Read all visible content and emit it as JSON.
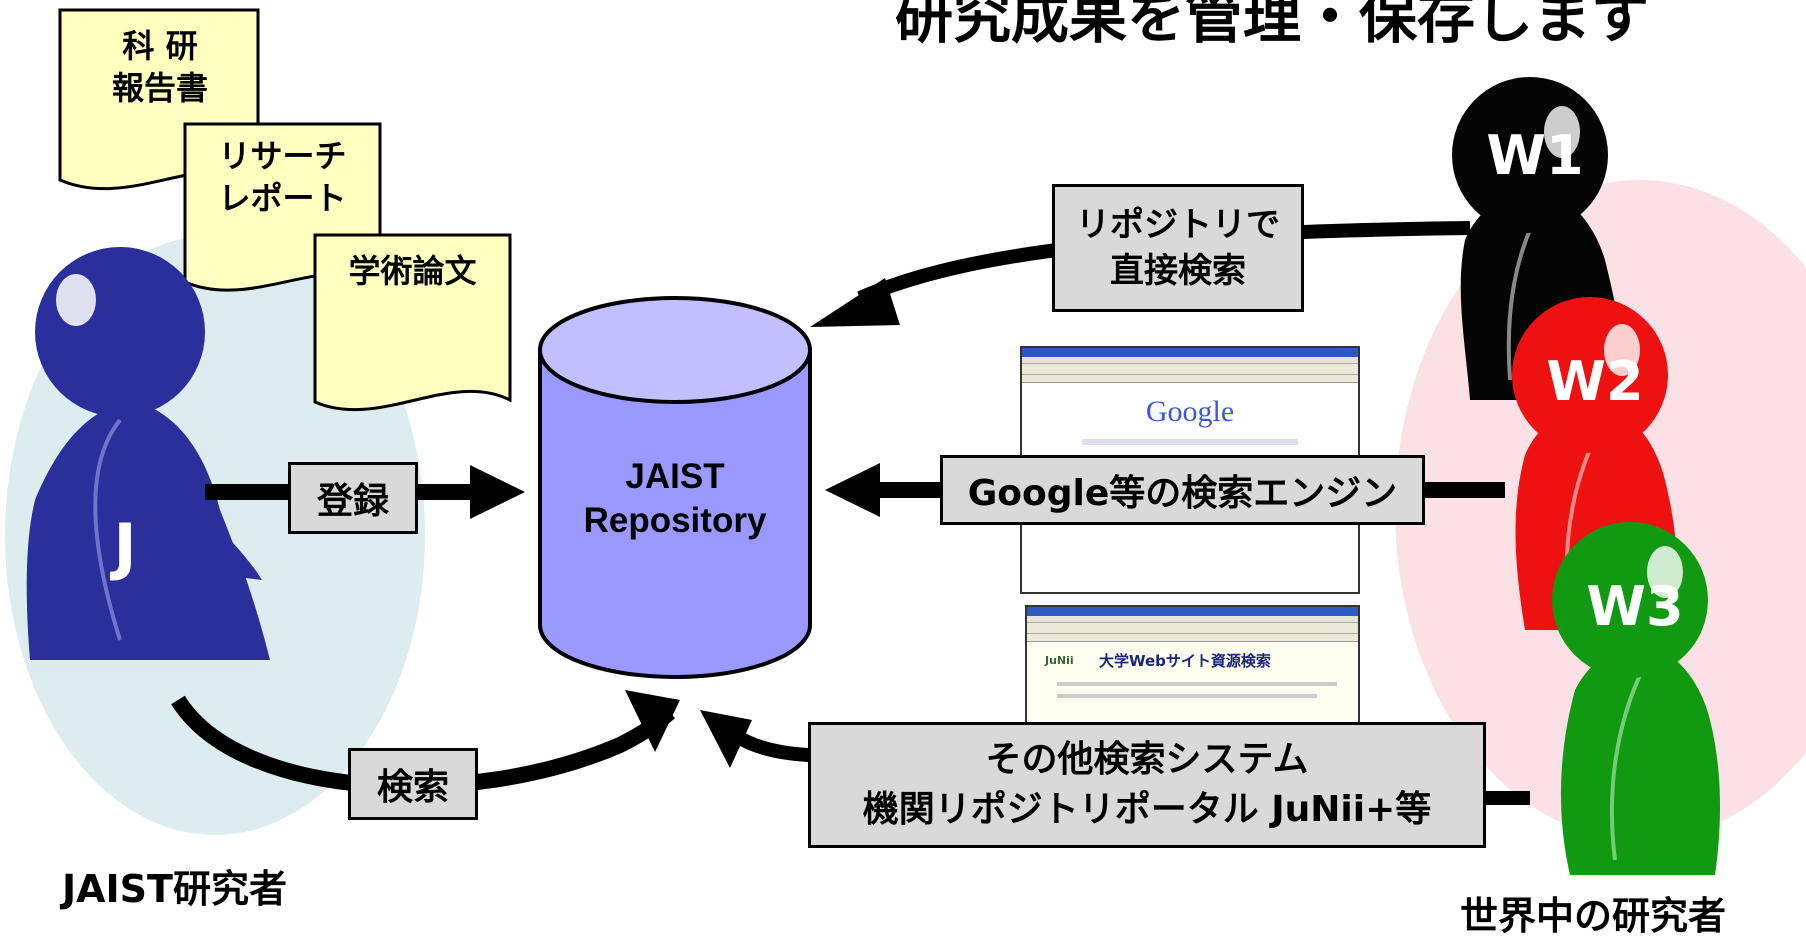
{
  "title": "研究成果を管理・保存します",
  "documents": {
    "doc1": "科 研\n報告書",
    "doc2": "リサーチ\nレポート",
    "doc3": "学術論文"
  },
  "repository": {
    "label": "JAIST\nRepository",
    "color": "#9999ff",
    "top_color": "#c0c0ff"
  },
  "jaist_researcher": {
    "letter": "J",
    "caption": "JAIST研究者",
    "color": "#2a2f9c"
  },
  "world_researchers": {
    "caption": "世界中の研究者",
    "figures": [
      {
        "letter": "W1",
        "color": "#050505"
      },
      {
        "letter": "W2",
        "color": "#ee1111"
      },
      {
        "letter": "W3",
        "color": "#119911"
      }
    ]
  },
  "arrows": {
    "register": "登録",
    "search": "検索",
    "repo_direct": "リポジトリで\n直接検索",
    "google": "Google等の検索エンジン",
    "other": "その他検索システム\n機関リポジトリポータル JuNii+等"
  },
  "screenshots": {
    "google_logo": "Google",
    "junii_logo": "JuNii",
    "junii_heading": "大学Webサイト資源検索"
  },
  "colors": {
    "left_bg": "#dcecef",
    "right_bg": "#fbe1e6",
    "doc_fill": "#ffffc0"
  }
}
